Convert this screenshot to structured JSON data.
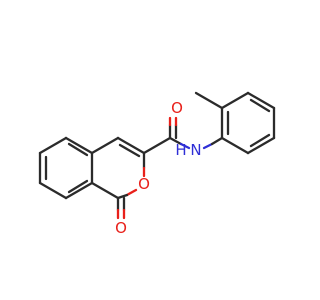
{
  "molecule": {
    "atoms": {
      "ring_oxygen": "O",
      "carbonyl_oxygen_lactone": "O",
      "carbonyl_oxygen_amide": "O",
      "amide_nitrogen": "N",
      "amide_hydrogen": "H"
    },
    "colors": {
      "bond": "#2b2b2b",
      "oxygen": "#e8201a",
      "nitrogen": "#2f2fd6",
      "background": "#ffffff"
    }
  }
}
